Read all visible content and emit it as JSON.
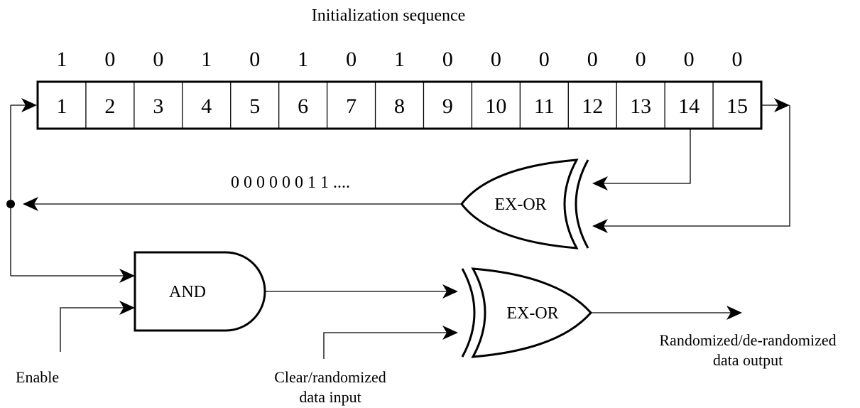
{
  "title": "Initialization sequence",
  "init_bits": [
    "1",
    "0",
    "0",
    "1",
    "0",
    "1",
    "0",
    "1",
    "0",
    "0",
    "0",
    "0",
    "0",
    "0",
    "0"
  ],
  "cells": [
    "1",
    "2",
    "3",
    "4",
    "5",
    "6",
    "7",
    "8",
    "9",
    "10",
    "11",
    "12",
    "13",
    "14",
    "15"
  ],
  "output_sequence": "0 0 0 0 0 0 1 1 ....",
  "gates": {
    "feedback_xor": "EX-OR",
    "and_gate": "AND",
    "data_xor": "EX-OR"
  },
  "labels": {
    "enable": "Enable",
    "data_input_line1": "Clear/randomized",
    "data_input_line2": "data input",
    "data_output_line1": "Randomized/de-randomized",
    "data_output_line2": "data output"
  }
}
